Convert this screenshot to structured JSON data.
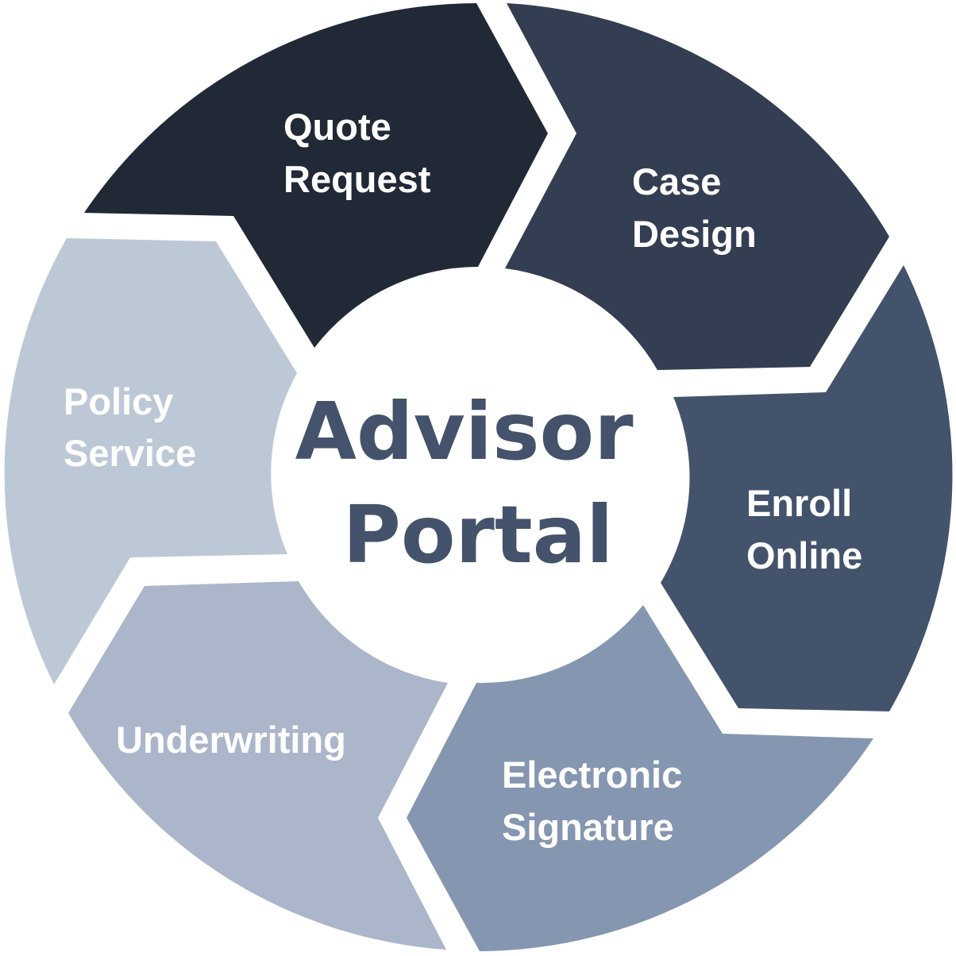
{
  "diagram": {
    "center": {
      "line1": "Advisor",
      "line2": "Portal",
      "text_color": "#44526b"
    },
    "segments": [
      {
        "key": "quote_request",
        "line1": "Quote",
        "line2": "Request",
        "color": "#222936",
        "text_color": "#ffffff"
      },
      {
        "key": "case_design",
        "line1": "Case",
        "line2": "Design",
        "color": "#343e52",
        "text_color": "#ffffff"
      },
      {
        "key": "enroll_online",
        "line1": "Enroll",
        "line2": "Online",
        "color": "#44536c",
        "text_color": "#ffffff"
      },
      {
        "key": "electronic_signature",
        "line1": "Electronic",
        "line2": "Signature",
        "color": "#8596b0",
        "text_color": "#ffffff"
      },
      {
        "key": "underwriting",
        "line1": "Underwriting",
        "line2": "",
        "color": "#abb6ca",
        "text_color": "#ffffff"
      },
      {
        "key": "policy_service",
        "line1": "Policy",
        "line2": "Service",
        "color": "#bdc8d7",
        "text_color": "#ffffff"
      }
    ]
  }
}
